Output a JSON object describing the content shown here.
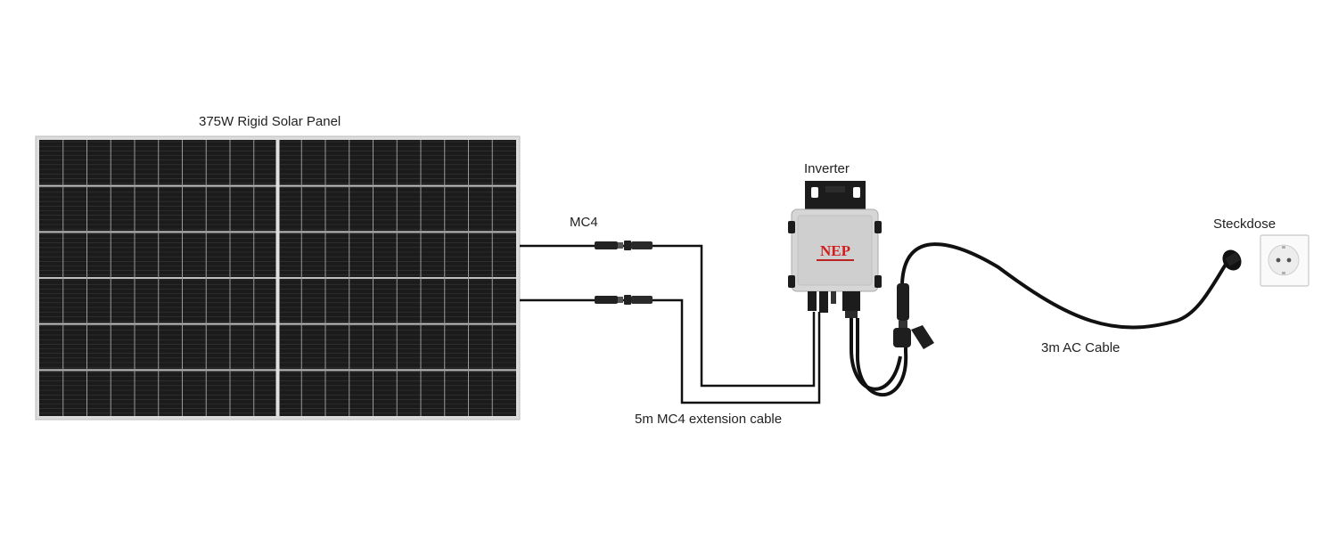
{
  "labels": {
    "panel": "375W  Rigid Solar Panel",
    "mc4": "MC4",
    "inverter": "Inverter",
    "extension_cable": "5m MC4 extension cable",
    "ac_cable": "3m AC Cable",
    "socket": "Steckdose"
  },
  "inverter_brand": "NEP",
  "colors": {
    "cable": "#111111",
    "panel_cell": "#1b1b1b",
    "panel_frame": "#d9d9d9",
    "inverter_body": "#d4d4d4",
    "brand_red": "#d11f1f"
  }
}
